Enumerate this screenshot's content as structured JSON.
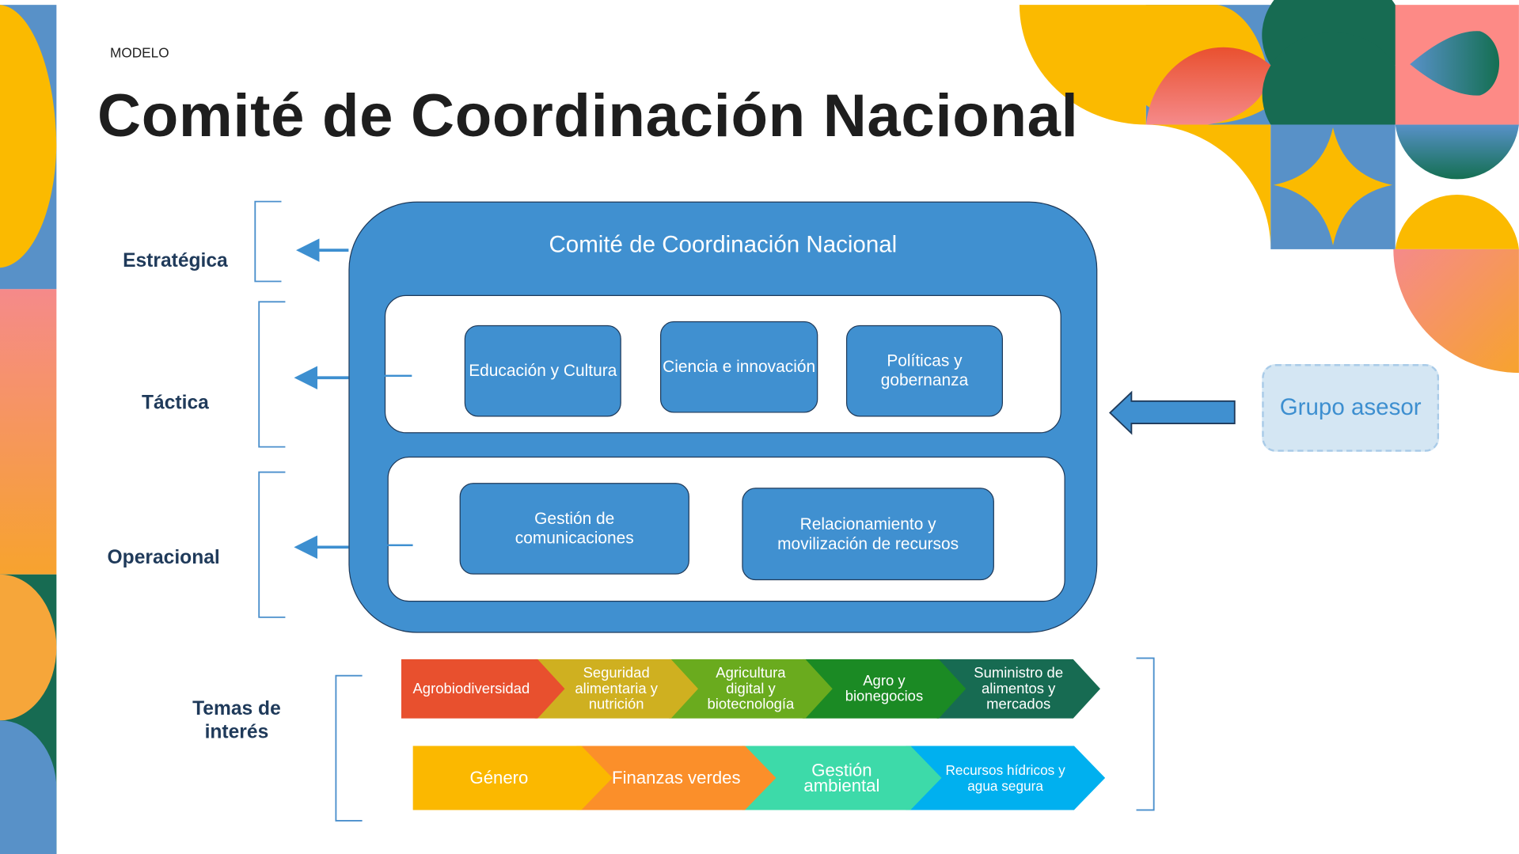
{
  "header": {
    "eyebrow": "MODELO",
    "title": "Comité de Coordinación Nacional"
  },
  "levels": {
    "strategic": "Estratégica",
    "tactical": "Táctica",
    "operational": "Operacional",
    "topics": "Temas de interés"
  },
  "committee": {
    "title": "Comité de Coordinación Nacional",
    "tactical_units": [
      "Educación y Cultura",
      "Ciencia e innovación",
      "Políticas y gobernanza"
    ],
    "operational_units": [
      "Gestión de comunicaciones",
      "Relacionamiento y movilización de recursos"
    ]
  },
  "advisory": {
    "label": "Grupo asesor"
  },
  "topics_row1": [
    {
      "label": "Agrobiodiversidad",
      "color": "#e8502e"
    },
    {
      "label": "Seguridad alimentaria y nutrición",
      "color": "#cfb020"
    },
    {
      "label": "Agricultura digital y biotecnología",
      "color": "#6aab1e"
    },
    {
      "label": "Agro y bionegocios",
      "color": "#1b8a24"
    },
    {
      "label": "Suministro de alimentos y mercados",
      "color": "#176b52"
    }
  ],
  "topics_row2": [
    {
      "label": "Género",
      "color": "#fbb800"
    },
    {
      "label": "Finanzas verdes",
      "color": "#fb8f2a"
    },
    {
      "label": "Gestión ambiental",
      "color": "#3ddaa9"
    },
    {
      "label": "Recursos hídricos y agua segura",
      "color": "#00b0ef"
    }
  ],
  "colors": {
    "primary": "#4090d0",
    "dark": "#1f3a5a",
    "yellow": "#fbba00",
    "green": "#176b52",
    "pink": "#f58a8a",
    "blue": "#5891c8"
  }
}
